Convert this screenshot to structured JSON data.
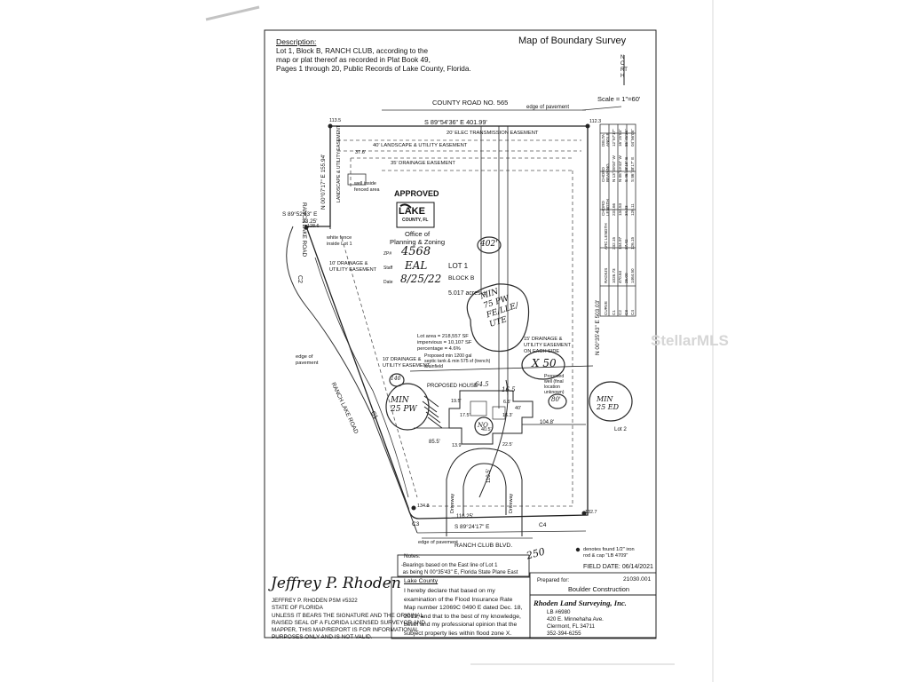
{
  "header": {
    "description_label": "Description:",
    "description_lines": "Lot 1, Block B, RANCH CLUB, according to the\nmap or plat thereof as recorded in Plat Book 49,\nPages 1 through 20, Public Records of Lake County, Florida.",
    "title": "Map of Boundary Survey",
    "scale": "Scale = 1\"=60'",
    "north_letters": "NORTH"
  },
  "labels": {
    "county_road": "COUNTY ROAD NO. 565",
    "edge_pavement_top": "edge of pavement",
    "bearing_top": "S 89°54'36\" E  401.99'",
    "elec_easement": "20' ELEC TRANSMISSION EASEMENT",
    "landscape_easement": "40' LANDSCAPE & UTILITY EASEMENT",
    "drainage_35": "35' DRAINAGE EASEMENT",
    "landscape_vertical": "LANDSCAPE & UTILITY EASEMENT",
    "well_fenced": "well inside\nfenced area",
    "ranch_lake_road_top": "RANCH LAKE ROAD",
    "ranch_lake_road_mid": "RANCH LAKE ROAD",
    "bearing_left": "N 00°07'17\" E  155.94'",
    "bearing_small": "S 89°52'43\" E\n33.25'",
    "white_fence": "white fence\ninside Lot 1",
    "drainage_10_top": "10' DRAINAGE &\nUTILITY EASEMENT",
    "c2": "C2",
    "c1": "C1",
    "c3": "C3",
    "c4": "C4",
    "approved": "APPROVED",
    "lake_logo": "LAKE",
    "lake_logo_sub": "COUNTY, FL",
    "office": "Office of\nPlanning & Zoning",
    "zp_label": "ZP#",
    "zp_value": "4568",
    "staff_label": "Staff",
    "staff_value": "EAL",
    "date_label": "Date",
    "date_value": "8/25/22",
    "lot": "LOT 1",
    "block": "BLOCK B",
    "acres": "5.017 acres ±",
    "lot_area": "Lot area = 218,557 SF\nimpervious = 10,107 SF\npercentage = 4.6%",
    "drainage_15": "15' DRAINAGE &\nUTILITY EASEMENT\nON EACH SIDE",
    "drainage_10_bottom": "10' DRAINAGE &\nUTILITY EASEMENT",
    "septic": "Proposed min 1200 gal\nseptic tank & min 575 sf (trench)\ndrainfield",
    "proposed_house": "PROPOSED HOUSE",
    "proposed_well": "Proposed\nwell (final\nlocation\nunknown)",
    "edge_pavement_left": "edge of\npavement",
    "bearing_right": "N 00°35'43\" E  503.03'",
    "driveway1": "Driveway",
    "driveway2": "Driveway",
    "bearing_bottom": "S 89°24'17\" E",
    "ranch_club_blvd": "RANCH CLUB BLVD.",
    "edge_pavement_bottom": "edge of pavement",
    "lot2": "Lot 2",
    "dim_104": "104.8'",
    "dim_85": "85.5'",
    "dim_116": "116.25'",
    "dim_1105": "110.5'",
    "dim_113": "113.5",
    "dim_1123": "112.3",
    "dim_1286": "128.6",
    "dim_1327": "132.7",
    "dim_1348": "134.8",
    "dim_376": "37.6'",
    "dim_405": "40.5'",
    "dim_195": "19.5'",
    "dim_175": "17.5'",
    "dim_163": "16.3'",
    "dim_65": "6.5'",
    "dim_225": "22.5'",
    "dim_139": "13.9'",
    "dim_40": "40'",
    "found_marker": "denotes found 1/2\" iron\nrod & cap \"LB 4709\"",
    "field_date": "FIELD DATE: 06/14/2021"
  },
  "curve_table": {
    "headers": [
      "CURVE",
      "RADIUS",
      "ARC LENGTH",
      "CHORD LENGTH",
      "CHORD BEARING",
      "DELTA ANGLE"
    ],
    "rows": [
      [
        "C1",
        "1026.73",
        "232.15",
        "231.66",
        "N 13°28'04\" W",
        "12°57'17\""
      ],
      [
        "C2",
        "470.64",
        "134.97",
        "134.53",
        "N 08°19'43\" W",
        "16°25'53\""
      ],
      [
        "C3",
        "25.00",
        "37.42",
        "34.03",
        "S 46°28'15\" E",
        "85°45'36\""
      ],
      [
        "C4",
        "1464.50",
        "126.15",
        "126.11",
        "S 86°48'17\" E",
        "04°56'08\""
      ]
    ]
  },
  "handwritten": {
    "bubble_402": "402'",
    "min75": "MIN\n75 PW\nFE/LLE/\nUTE",
    "x50": "X  50",
    "min25": "MIN\n25 PW",
    "min25_top": "140",
    "no": "NO",
    "bubble_80": "80'",
    "min25_right": "MIN\n25 ED",
    "note_645": "64.5",
    "note_165": "16.5",
    "note_250": "250"
  },
  "notes": {
    "title": "Notes:",
    "body": "-Bearings based on the East line of Lot 1\n as being N 00°35'43\" E, Florida State Plane East"
  },
  "certification": {
    "county": "Lake County",
    "text": "I hereby declare that based on my\nexamination of the Flood Insurance Rate\nMap number 12069C 0490 E dated Dec. 18,\n2012, and that to the best of my knowledge,\nbelief and my professional opinion that the\nsubject property lies within flood zone X."
  },
  "surveyor": {
    "signature": "Jeffrey P. Rhoden",
    "name": "JEFFREY P. RHODEN    PSM #5322",
    "state": "STATE OF FLORIDA",
    "disclaimer": "UNLESS IT BEARS THE SIGNATURE AND THE ORIGINAL\nRAISED SEAL OF A FLORIDA LICENSED SURVEYOR AND\nMAPPER, THIS MAP/REPORT IS FOR INFORMATIONAL\nPURPOSES ONLY AND IS NOT VALID."
  },
  "title_block": {
    "prepared_for_label": "Prepared for:",
    "job_number": "21030.001",
    "client": "Boulder Construction",
    "company": "Rhoden Land Surveying, Inc.",
    "company_details": "LB #6980\n420 E. Minnehaha Ave.\nClermont, FL 34711\n352-394-6255"
  },
  "watermark": "StellarMLS"
}
